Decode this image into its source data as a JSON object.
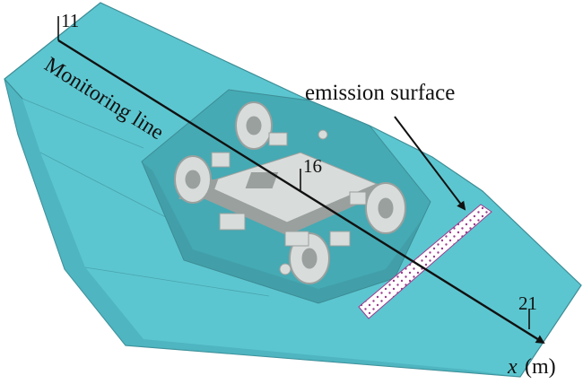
{
  "labels": {
    "monitoring_line": "Monitoring line",
    "emission_surface": "emission surface",
    "point_start": "11",
    "point_mid": "16",
    "point_end": "21",
    "axis_var": "x",
    "axis_unit": "(m)"
  },
  "colors": {
    "channel": "#5cc6d0",
    "channel_dark": "#45aab4",
    "edge": "#3d8d96",
    "bogie": "#d8dcda",
    "bogie_dark": "#9aa09e",
    "emission_fill": "#ffffff",
    "emission_dots": "#9a3d8f",
    "line": "#111111"
  }
}
